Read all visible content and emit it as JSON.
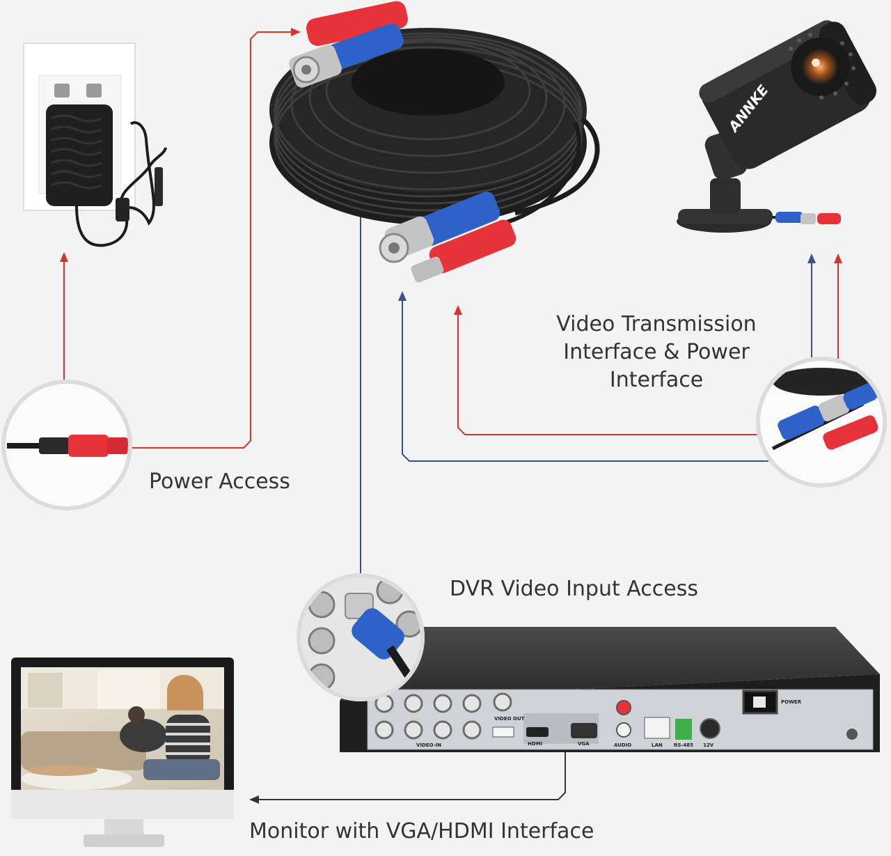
{
  "labels": {
    "power_access": "Power Access",
    "video_power_interface": "Video Transmission Interface & Power Interface",
    "dvr_input": "DVR Video Input Access",
    "monitor": "Monitor with VGA/HDMI Interface"
  },
  "camera": {
    "brand": "ANNKE"
  },
  "dvr": {
    "ports": {
      "video_in": "VIDEO-IN",
      "video_out": "VIDEO OUT",
      "hdmi": "HDMI",
      "vga": "VGA",
      "audio": "AUDIO",
      "lan": "LAN",
      "rs485": "RS-485",
      "power_in": "12V",
      "power_switch": "POWER"
    }
  },
  "colors": {
    "power_line": "#d9302c",
    "video_line": "#3b4f8f",
    "connector_red": "#e8323a",
    "connector_blue": "#2d63c8",
    "cable": "#232323",
    "background": "#f3f3f3"
  },
  "icons": {
    "adapter": "power-adapter-icon",
    "cable": "bnc-cable-coil-icon",
    "camera": "bullet-camera-icon",
    "dvr": "dvr-recorder-icon",
    "monitor": "monitor-icon"
  }
}
